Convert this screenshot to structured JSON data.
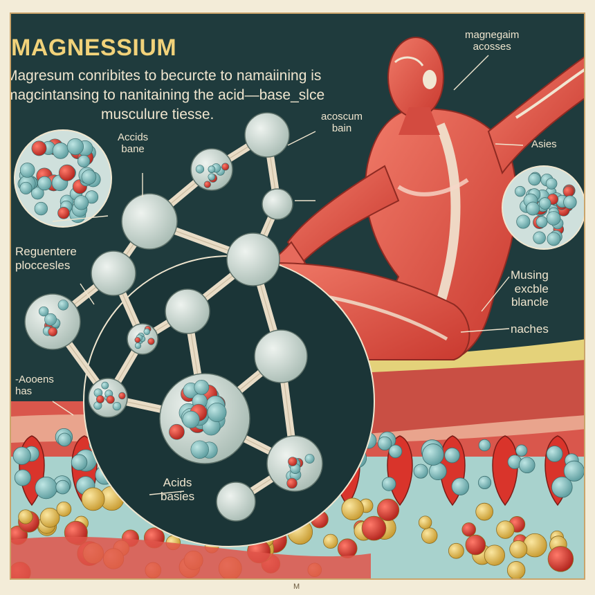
{
  "title": "MAGNESSIUM",
  "intro_lines": [
    "Magresum conribites to becurcte to namaiining is",
    "magcintansing to nanitaining the acid—base_slce",
    "musculure tiesse."
  ],
  "labels": {
    "top_right": [
      "magnegaim",
      "acosses"
    ],
    "acoscum": [
      "acoscum",
      "bain"
    ],
    "asies": "Asies",
    "acids_top": [
      "Accids",
      "bane"
    ],
    "reguentere": [
      "Reguentere",
      "ploccesles"
    ],
    "musing": [
      "Musing",
      "excble",
      "blancle"
    ],
    "naches": "naches",
    "aooens": [
      "-Aooens",
      "has"
    ],
    "acids_bottom": [
      "Acids",
      "basies"
    ]
  },
  "footer_mark": "M",
  "colors": {
    "panel": "#1f3b3d",
    "muscle": "#e0554a",
    "tendon": "#f1e6d2",
    "molecule": "#cfdcd6",
    "red_atom": "#d9342b",
    "yellow_cell": "#e9c25a",
    "title": "#f1d27a"
  }
}
